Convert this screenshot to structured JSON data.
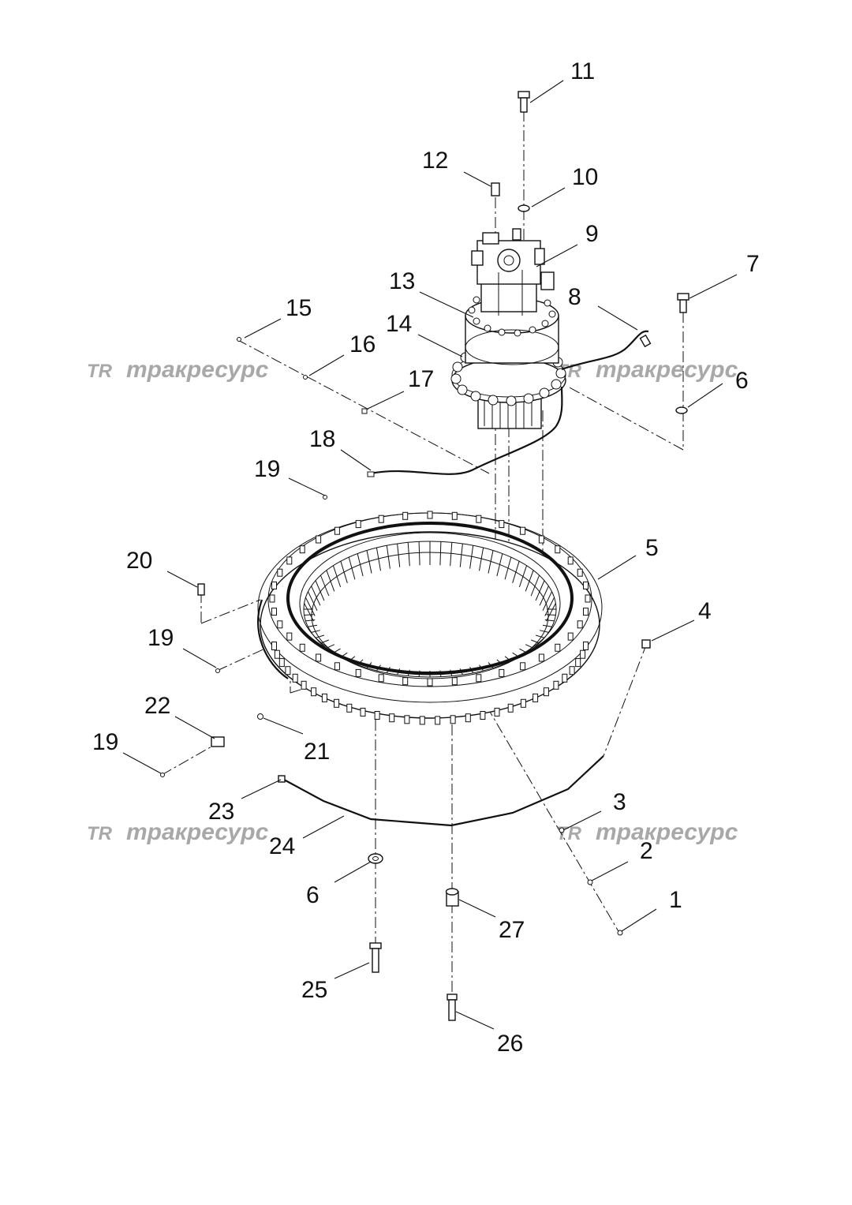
{
  "watermark": {
    "logo": "TR",
    "text": "тракресурс"
  },
  "callouts": [
    {
      "id": "c11",
      "label": "11"
    },
    {
      "id": "c12",
      "label": "12"
    },
    {
      "id": "c10",
      "label": "10"
    },
    {
      "id": "c9",
      "label": "9"
    },
    {
      "id": "c7",
      "label": "7"
    },
    {
      "id": "c13",
      "label": "13"
    },
    {
      "id": "c8",
      "label": "8"
    },
    {
      "id": "c15",
      "label": "15"
    },
    {
      "id": "c14",
      "label": "14"
    },
    {
      "id": "c16",
      "label": "16"
    },
    {
      "id": "c6a",
      "label": "6"
    },
    {
      "id": "c17",
      "label": "17"
    },
    {
      "id": "c18",
      "label": "18"
    },
    {
      "id": "c19a",
      "label": "19"
    },
    {
      "id": "c5",
      "label": "5"
    },
    {
      "id": "c20",
      "label": "20"
    },
    {
      "id": "c4",
      "label": "4"
    },
    {
      "id": "c19b",
      "label": "19"
    },
    {
      "id": "c22",
      "label": "22"
    },
    {
      "id": "c21",
      "label": "21"
    },
    {
      "id": "c19c",
      "label": "19"
    },
    {
      "id": "c3",
      "label": "3"
    },
    {
      "id": "c23",
      "label": "23"
    },
    {
      "id": "c24",
      "label": "24"
    },
    {
      "id": "c2",
      "label": "2"
    },
    {
      "id": "c6b",
      "label": "6"
    },
    {
      "id": "c1",
      "label": "1"
    },
    {
      "id": "c27",
      "label": "27"
    },
    {
      "id": "c25",
      "label": "25"
    },
    {
      "id": "c26",
      "label": "26"
    }
  ]
}
